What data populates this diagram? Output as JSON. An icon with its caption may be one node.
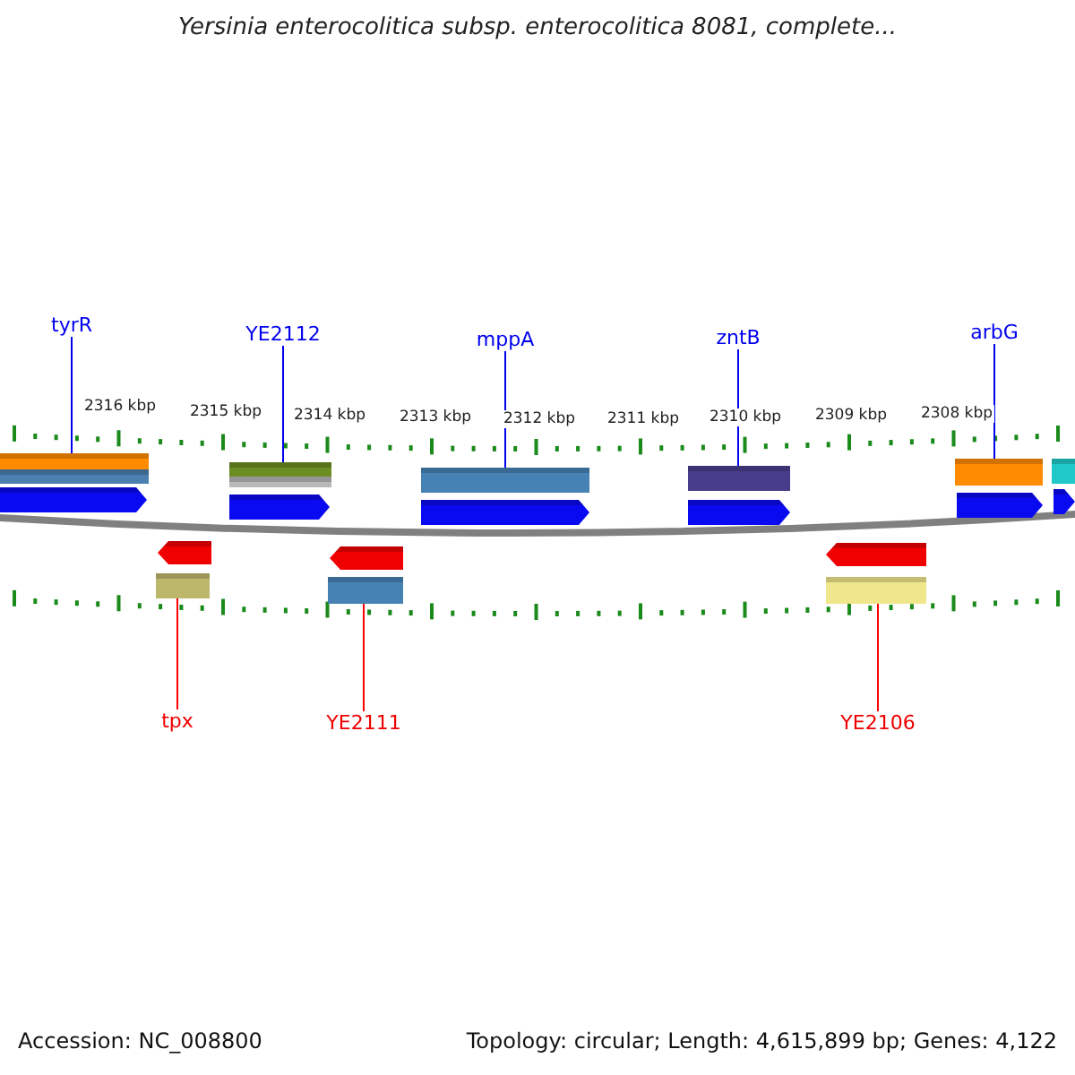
{
  "diagram": {
    "title": "Yersinia enterocolitica subsp. enterocolitica 8081, complete...",
    "nodes": [
      {
        "text": [
          "tyrR"
        ]
      },
      {
        "text": [
          "YE2112"
        ]
      },
      {
        "text": [
          "mppA"
        ]
      },
      {
        "text": [
          "zntB"
        ]
      },
      {
        "text": [
          "arbG"
        ]
      },
      {
        "text": [],
        "shape": "bar"
      },
      {
        "text": [],
        "shape": "bar"
      },
      {
        "text": [],
        "shape": "bar"
      },
      {
        "text": [],
        "shape": "bar"
      },
      {
        "text": [],
        "shape": "bar"
      },
      {
        "text": [],
        "shape": "bar"
      },
      {
        "text": [],
        "shape": "bar"
      },
      {
        "text": [],
        "shape": "bar"
      },
      {
        "text": [
          "tpx"
        ]
      },
      {
        "text": [
          "YE2111"
        ]
      },
      {
        "text": [
          "YE2106"
        ]
      },
      {
        "text": [],
        "shape": "bar"
      },
      {
        "text": [],
        "shape": "bar"
      },
      {
        "text": [],
        "shape": "bar"
      },
      {
        "text": [],
        "shape": "arrow"
      },
      {
        "text": [],
        "shape": "arrow"
      },
      {
        "text": [],
        "shape": "arrow"
      },
      {
        "text": [],
        "shape": "arrow"
      },
      {
        "text": [],
        "shape": "arrow"
      },
      {
        "text": [],
        "shape": "arrow"
      },
      {
        "text": [],
        "shape": "arrow"
      },
      {
        "text": [],
        "shape": "arrow"
      },
      {
        "text": [],
        "shape": "arrow"
      }
    ],
    "edges": [
      {
        "from": 0,
        "to": 5,
        "arrow": "none"
      },
      {
        "from": 1,
        "to": 6,
        "arrow": "none"
      },
      {
        "from": 2,
        "to": 7,
        "arrow": "none"
      },
      {
        "from": 3,
        "to": 8,
        "arrow": "none"
      },
      {
        "from": 4,
        "to": 9,
        "arrow": "none"
      },
      {
        "from": 13,
        "to": 10,
        "arrow": "none",
        "color": "#ff0000"
      },
      {
        "from": 14,
        "to": 11,
        "arrow": "none",
        "color": "#ff0000"
      },
      {
        "from": 15,
        "to": 12,
        "arrow": "none",
        "color": "#ff0000"
      }
    ],
    "labels": [
      "2316 kbp",
      "2315 kbp",
      "2314 kbp",
      "2313 kbp",
      "2312 kbp",
      "2311 kbp",
      "2310 kbp",
      "2309 kbp",
      "2308 kbp",
      "Accession: NC_008800",
      "Topology: circular; Length: 4,615,899 bp; Genes: 4,122"
    ]
  }
}
